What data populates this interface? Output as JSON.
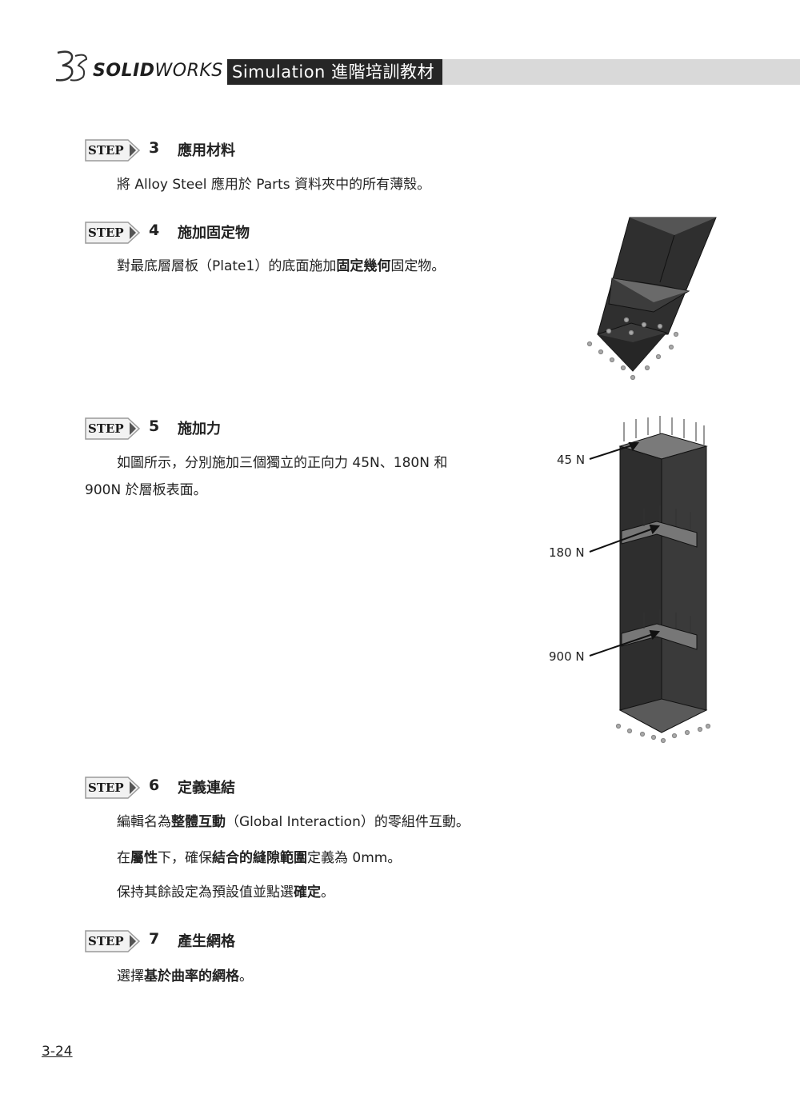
{
  "header": {
    "brand_bold": "SOLID",
    "brand_rest": "WORKS",
    "book_title": "Simulation 進階培訓教材"
  },
  "step_badge_text": "STEP",
  "steps": [
    {
      "number": "3",
      "title": "應用材料",
      "lines": [
        "將 Alloy Steel 應用於 Parts 資料夾中的所有薄殼。"
      ]
    },
    {
      "number": "4",
      "title": "施加固定物",
      "line_parts": [
        "對最底層層板（Plate1）的底面施加",
        "固定幾何",
        "固定物。"
      ]
    },
    {
      "number": "5",
      "title": "施加力",
      "lines": [
        "如圖所示，分別施加三個獨立的正向力 45N、180N 和",
        "900N 於層板表面。"
      ]
    },
    {
      "number": "6",
      "title": "定義連結",
      "line1_parts": [
        "編輯名為",
        "整體互動",
        "（Global Interaction）的零組件互動。"
      ],
      "line2_parts": [
        "在",
        "屬性",
        "下，確保",
        "結合的縫隙範圍",
        "定義為 0mm。"
      ],
      "line3_parts": [
        "保持其餘設定為預設值並點選",
        "確定",
        "。"
      ]
    },
    {
      "number": "7",
      "title": "產生網格",
      "line_parts": [
        "選擇",
        "基於曲率的網格",
        "。"
      ]
    }
  ],
  "figure_forces": {
    "labels": [
      "45 N",
      "180 N",
      "900 N"
    ]
  },
  "page_number": "3-24"
}
